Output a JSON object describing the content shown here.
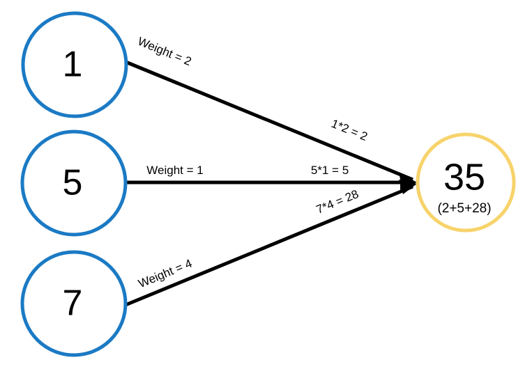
{
  "diagram": {
    "title": "Weighted sum neuron diagram",
    "colors": {
      "input_node_stroke": "#1B7AC4",
      "output_node_stroke": "#F7D36B",
      "edge": "#000000",
      "background": "#FFFFFF",
      "text": "#000000"
    },
    "input_nodes": [
      {
        "id": "input-1",
        "value": "1"
      },
      {
        "id": "input-2",
        "value": "5"
      },
      {
        "id": "input-3",
        "value": "7"
      }
    ],
    "output_node": {
      "id": "output",
      "value": "35",
      "breakdown": "(2+5+28)"
    },
    "edges": [
      {
        "id": "edge-top",
        "from": "input-1",
        "to": "output",
        "weight_label": "Weight = 2",
        "product_label": "1*2 = 2"
      },
      {
        "id": "edge-middle",
        "from": "input-2",
        "to": "output",
        "weight_label": "Weight = 1",
        "product_label": "5*1 = 5"
      },
      {
        "id": "edge-bottom",
        "from": "input-3",
        "to": "output",
        "weight_label": "Weight = 4",
        "product_label": "7*4 = 28"
      }
    ]
  }
}
